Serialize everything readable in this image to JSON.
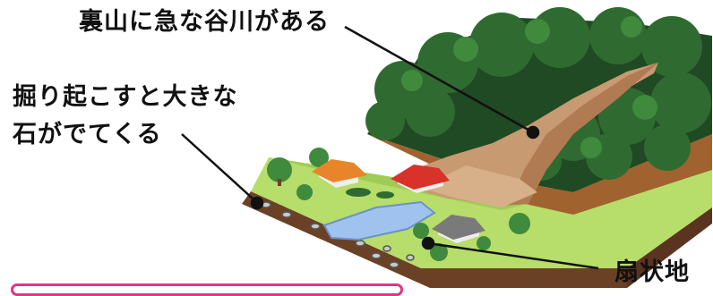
{
  "labels": {
    "steep_stream": "裏山に急な谷川がある",
    "large_rocks_line1": "掘り起こすと大きな",
    "large_rocks_line2": "石がでてくる",
    "alluvial_fan": "扇状地"
  },
  "colors": {
    "forest_dark": "#1f4a23",
    "forest_mid": "#2f6b30",
    "soil": "#c89a72",
    "soil_dark": "#8b5a36",
    "ground_green": "#b7dd6a",
    "pond": "#9fc3ee",
    "roof_orange": "#e8852a",
    "roof_red": "#d8322a",
    "roof_gray": "#7a7a7a",
    "accent_pink": "#e8318a"
  }
}
